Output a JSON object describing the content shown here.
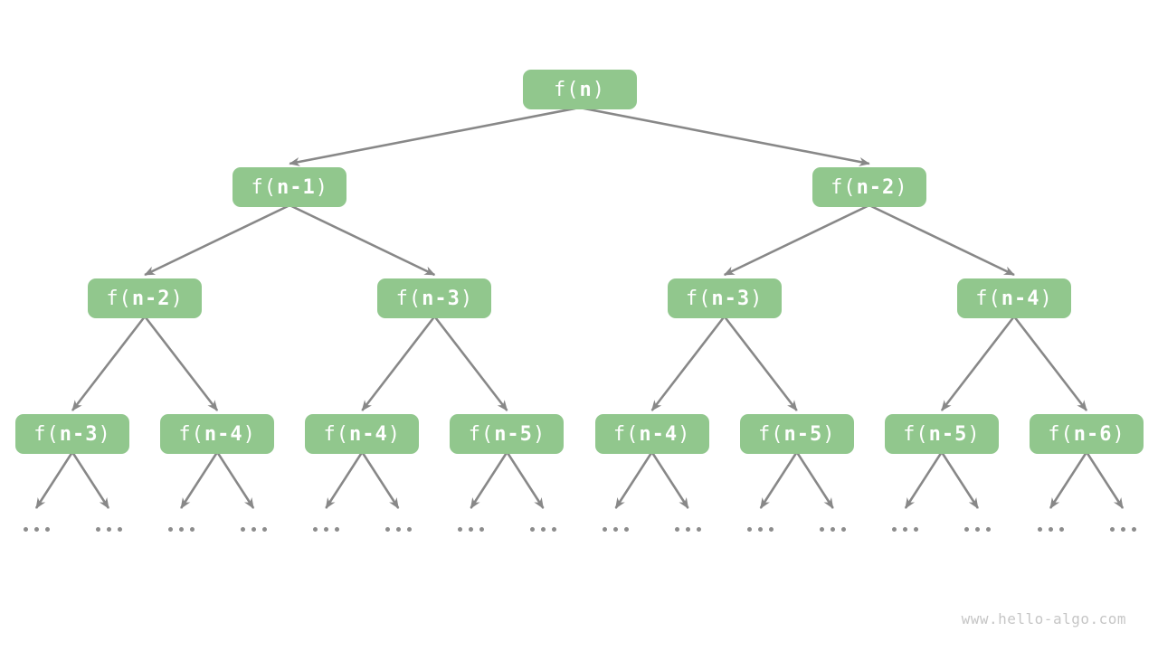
{
  "diagram": {
    "type": "recursion-tree",
    "levels": [
      {
        "nodes": [
          "f(n)"
        ]
      },
      {
        "nodes": [
          "f(n-1)",
          "f(n-2)"
        ]
      },
      {
        "nodes": [
          "f(n-2)",
          "f(n-3)",
          "f(n-3)",
          "f(n-4)"
        ]
      },
      {
        "nodes": [
          "f(n-3)",
          "f(n-4)",
          "f(n-4)",
          "f(n-5)",
          "f(n-4)",
          "f(n-5)",
          "f(n-5)",
          "f(n-6)"
        ]
      }
    ],
    "leaf_ellipsis": {
      "label": "...",
      "count": 16
    },
    "colors": {
      "node_fill": "#91C78D",
      "node_text": "#FFFFFF",
      "arrow": "#888888",
      "ellipsis_dot": "#8C8C8C",
      "background": "#FFFFFF",
      "watermark_text": "#C6C6C6"
    }
  },
  "watermark": "www.hello-algo.com"
}
